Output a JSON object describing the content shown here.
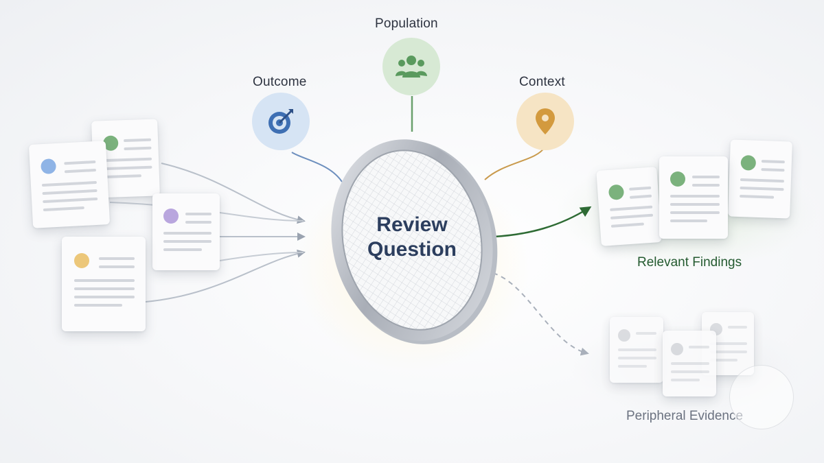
{
  "center": {
    "line1": "Review",
    "line2": "Question"
  },
  "criteria": {
    "population": {
      "label": "Population",
      "icon": "people-icon",
      "color": "#5a9a5e",
      "bg": "#d7e9d4"
    },
    "outcome": {
      "label": "Outcome",
      "icon": "target-icon",
      "color": "#3e6fb3",
      "bg": "#d6e4f4"
    },
    "context": {
      "label": "Context",
      "icon": "location-pin-icon",
      "color": "#d39a3e",
      "bg": "#f6e4c4"
    }
  },
  "outputs": {
    "relevant": {
      "label": "Relevant Findings",
      "color": "#2e6b34"
    },
    "peripheral": {
      "label": "Peripheral Evidence",
      "color": "#8a9099"
    }
  },
  "colors": {
    "dot_blue": "#8fb4e6",
    "dot_green": "#7bb27d",
    "dot_purple": "#b9a6de",
    "dot_yellow": "#ecc77a",
    "dot_grey": "#d6d8dc"
  }
}
